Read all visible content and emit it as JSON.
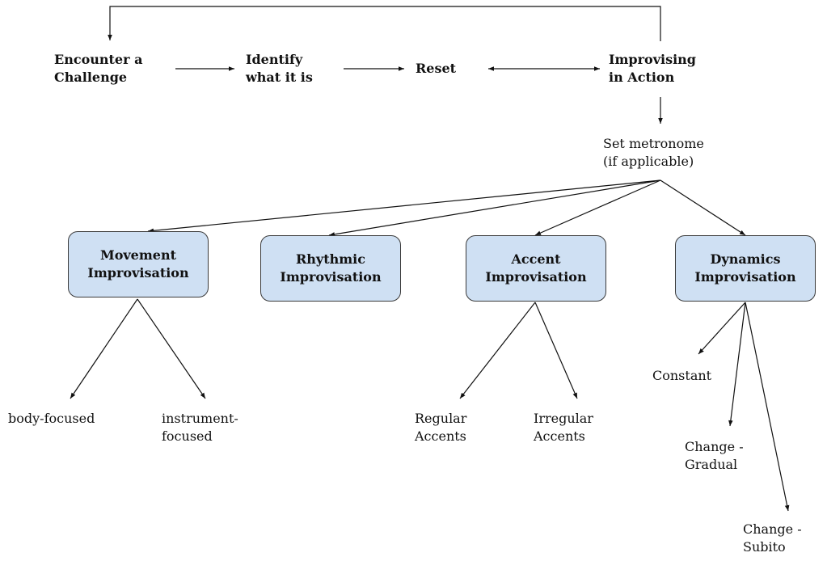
{
  "colors": {
    "box_fill": "#cfe0f3",
    "box_border": "#3a3a3a",
    "line": "#111111"
  },
  "flow": {
    "encounter": [
      "Encounter a",
      "Challenge"
    ],
    "identify": [
      "Identify",
      "what it is"
    ],
    "reset": "Reset",
    "improvising": [
      "Improvising",
      "in Action"
    ],
    "metronome": [
      "Set metronome",
      "(if applicable)"
    ]
  },
  "categories": {
    "movement": [
      "Movement",
      "Improvisation"
    ],
    "rhythmic": [
      "Rhythmic",
      "Improvisation"
    ],
    "accent": [
      "Accent",
      "Improvisation"
    ],
    "dynamics": [
      "Dynamics",
      "Improvisation"
    ]
  },
  "leaves": {
    "body_focused": "body-focused",
    "instrument_focused": [
      "instrument-",
      "focused"
    ],
    "regular_accents": [
      "Regular",
      "Accents"
    ],
    "irregular_accents": [
      "Irregular",
      "Accents"
    ],
    "constant": "Constant",
    "change_gradual": [
      "Change -",
      "Gradual"
    ],
    "change_subito": [
      "Change -",
      "Subito"
    ]
  }
}
